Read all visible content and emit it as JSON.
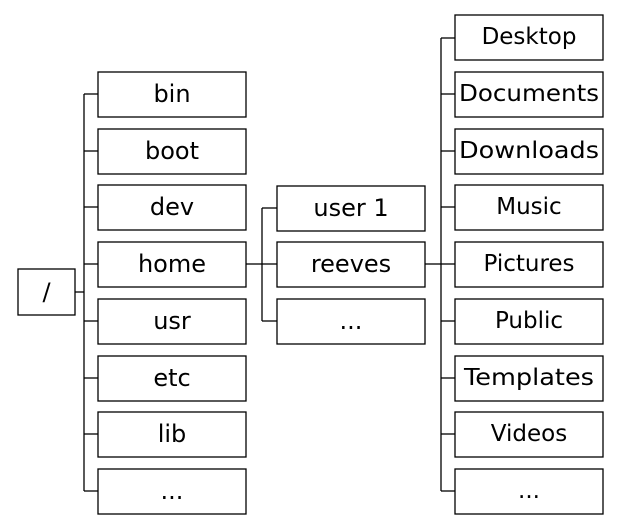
{
  "root": {
    "label": "/"
  },
  "top_level": [
    "bin",
    "boot",
    "dev",
    "home",
    "usr",
    "etc",
    "lib",
    "..."
  ],
  "home_children": [
    "user 1",
    "reeves",
    "..."
  ],
  "user_dirs": [
    "Desktop",
    "Documents",
    "Downloads",
    "Music",
    "Pictures",
    "Public",
    "Templates",
    "Videos",
    "..."
  ]
}
